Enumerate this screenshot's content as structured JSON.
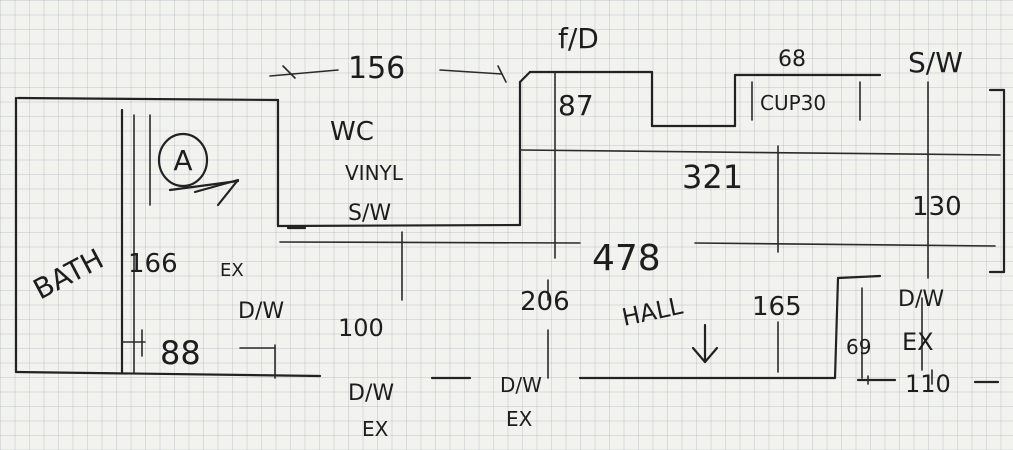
{
  "labels": {
    "dim_156": "156",
    "fd": "f/D",
    "dim_68": "68",
    "sw_top_right": "S/W",
    "dim_87": "87",
    "cup30": "CUP30",
    "wc": "WC",
    "vinyl": "VINYL",
    "sw_mid": "S/W",
    "dim_321": "321",
    "dim_130": "130",
    "bath": "BATH",
    "dim_166": "166",
    "ex_left": "EX",
    "dw_left": "D/W",
    "dim_88": "88",
    "dim_478": "478",
    "dim_100": "100",
    "dim_206": "206",
    "hall": "HALL",
    "dim_165": "165",
    "dw_right": "D/W",
    "ex_right": "EX",
    "dim_69": "69",
    "dim_110": "110",
    "dw_bottom_1": "D/W",
    "ex_bottom_1": "EX",
    "dw_bottom_2": "D/W",
    "ex_bottom_2": "EX",
    "marker_a": "A"
  }
}
